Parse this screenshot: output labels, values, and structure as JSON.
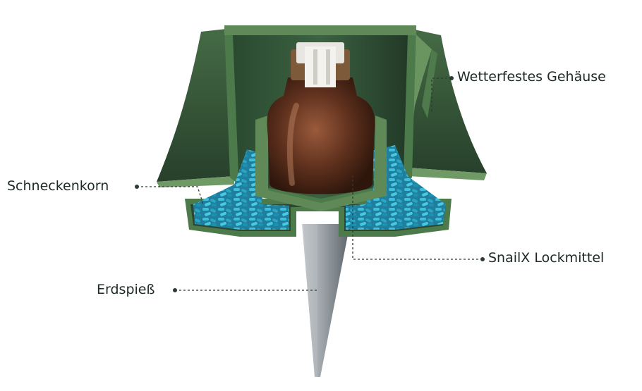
{
  "labels": {
    "housing": "Wetterfestes Gehäuse",
    "pellets": "Schneckenkorn",
    "attractant": "SnailX Lockmittel",
    "spike": "Erdspieß"
  },
  "colors": {
    "housing_green": "#5f8a57",
    "housing_dark": "#2f4a30",
    "interior_dark": "#1f3423",
    "bottle_brown": "#5a2f1c",
    "pellet_blue": "#2aa6c4",
    "spike_gray": "#8f969b",
    "leader_line": "#2e3a33"
  }
}
